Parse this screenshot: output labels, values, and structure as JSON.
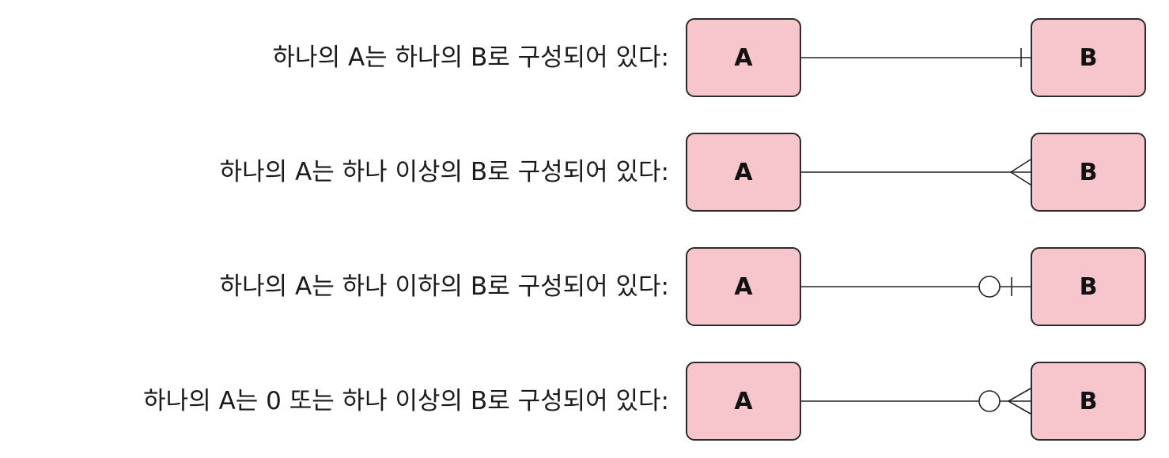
{
  "rows": [
    {
      "label": "하나의 A는 하나의 B로 구성되어 있다:",
      "entity_a": "A",
      "entity_b": "B",
      "relationship": "one-to-exactly-one"
    },
    {
      "label": "하나의 A는 하나 이상의 B로 구성되어 있다:",
      "entity_a": "A",
      "entity_b": "B",
      "relationship": "one-to-one-or-many"
    },
    {
      "label": "하나의 A는 하나 이하의 B로 구성되어 있다:",
      "entity_a": "A",
      "entity_b": "B",
      "relationship": "one-to-zero-or-one"
    },
    {
      "label": "하나의 A는 0 또는 하나 이상의 B로 구성되어 있다:",
      "entity_a": "A",
      "entity_b": "B",
      "relationship": "one-to-zero-or-many"
    }
  ],
  "colors": {
    "entity_fill": "#f7c6cd",
    "entity_stroke": "#2b2b2b",
    "line": "#222222"
  }
}
